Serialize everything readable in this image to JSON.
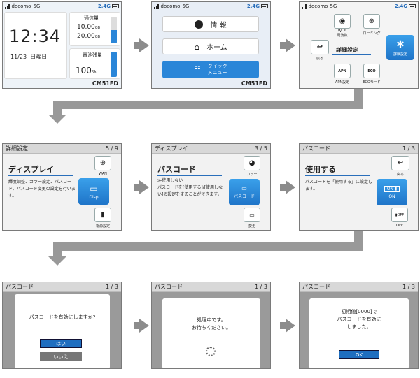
{
  "status": {
    "carrier": "docomo",
    "network": "5G",
    "band": "2.4G"
  },
  "model": "CM51FD",
  "home": {
    "time": "12:34",
    "date": "11/23",
    "weekday": "日曜日",
    "traffic_label": "通信量",
    "traffic_used": "10.00",
    "traffic_used_unit": "GB",
    "traffic_total": "20.00",
    "traffic_total_unit": "GB",
    "battery_label": "電池残量",
    "battery_value": "100",
    "battery_unit": "%"
  },
  "menu": {
    "items": [
      {
        "label": "情 報",
        "icon": "info-icon"
      },
      {
        "label": "ホーム",
        "icon": "home-icon"
      },
      {
        "label": "クイック\nメニュー",
        "icon": "list-icon"
      }
    ]
  },
  "quick": {
    "center": "詳細設定",
    "wifi": "Wi-Fi\n周波数",
    "roaming": "ローミング",
    "back": "戻る",
    "apn": "APN設定",
    "eco": "ECOモード",
    "detail": "詳細設定"
  },
  "s4": {
    "header": "詳細設定",
    "page": "5 / 9",
    "title": "ディスプレイ",
    "desc": "輝度調整、カラー設定、パスコード、パスコード変更の設定を行います。",
    "wan": "WAN",
    "disp": "Disp",
    "power": "電源設定"
  },
  "s5": {
    "header": "ディスプレイ",
    "page": "3 / 5",
    "title": "パスコード",
    "desc": "≫使用しない\nパスコードを[使用する]/[使用しない]の設定をすることができます。",
    "color": "カラー",
    "pass": "パスコード",
    "change": "変更"
  },
  "s6": {
    "header": "パスコード",
    "page": "1 / 3",
    "title": "使用する",
    "desc": "パスコードを「使用する」に設定します。",
    "back": "戻る",
    "on": "ON",
    "off": "OFF"
  },
  "s7": {
    "header": "パスコード",
    "page": "1 / 3",
    "msg": "パスコードを有効にしますか?",
    "yes": "はい",
    "no": "いいえ"
  },
  "s8": {
    "header": "パスコード",
    "page": "1 / 3",
    "msg": "処理中です。\nお待ちください。"
  },
  "s9": {
    "header": "パスコード",
    "page": "1 / 3",
    "msg": "初期値[0000]で\nパスコードを有効に\nしました。",
    "ok": "OK"
  }
}
